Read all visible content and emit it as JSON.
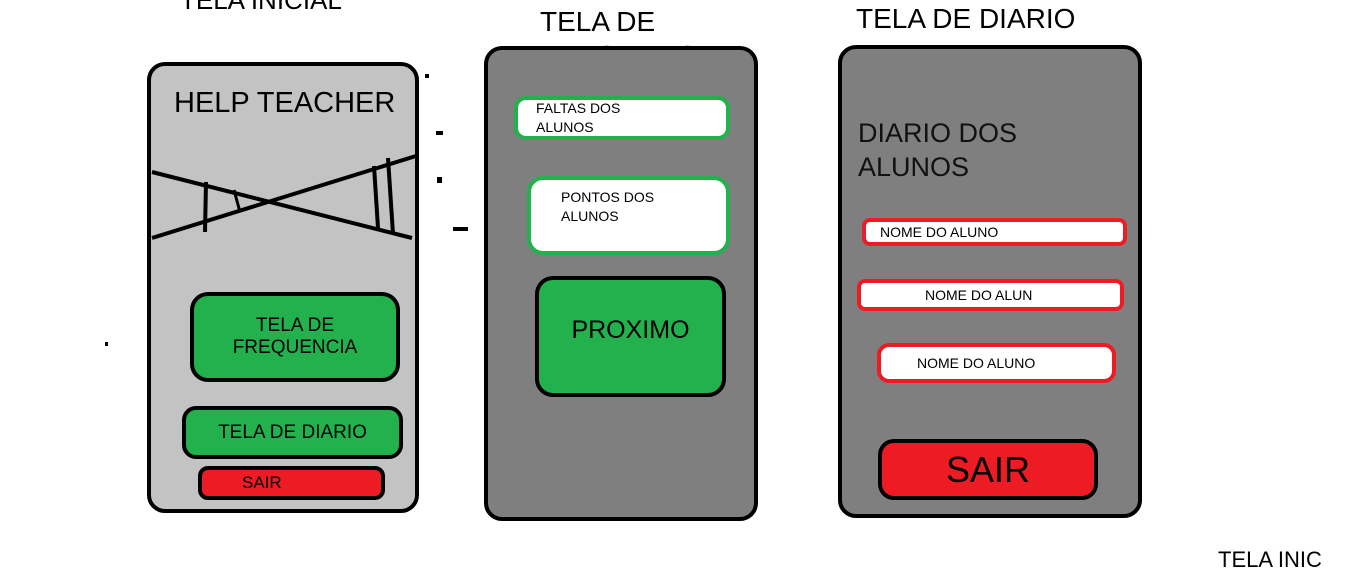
{
  "labels": {
    "tela_inicial": "TELA INICIAL",
    "tela_frequencia": "TELA DE FREQUENCIA",
    "tela_diario": "TELA DE DIARIO",
    "tela_inicial_cut": "TELA INIC"
  },
  "screen_inicial": {
    "title": "HELP TEACHER",
    "btn_frequencia": "TELA DE FREQUENCIA",
    "btn_diario": "TELA DE DIARIO",
    "btn_sair": "SAIR"
  },
  "screen_frequencia": {
    "field_faltas": "FALTAS  DOS ALUNOS",
    "field_pontos": "PONTOS DOS ALUNOS",
    "btn_proximo": "PROXIMO"
  },
  "screen_diario": {
    "title": "DIARIO DOS ALUNOS",
    "field_1": "NOME DO ALUNO",
    "field_2": "NOME DO ALUN",
    "field_3": "NOME DO ALUNO",
    "btn_sair": "SAIR"
  },
  "colors": {
    "green": "#22b14c",
    "red": "#ed1c24",
    "light_gray": "#c3c3c3",
    "dark_gray": "#7f7f7f"
  }
}
